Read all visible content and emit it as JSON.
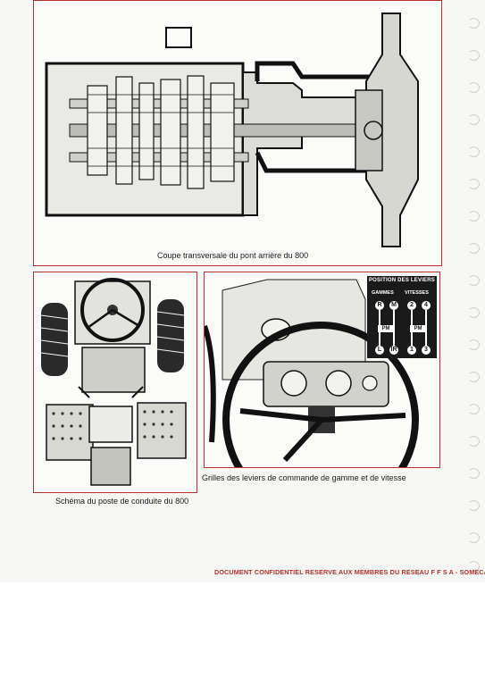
{
  "captions": {
    "rear_axle": "Coupe transversale du pont arrière du 800",
    "driver_station": "Schéma du poste de conduite du 800",
    "lever_grid": "Grilles des leviers de commande de gamme et de vitesse"
  },
  "shift_plate": {
    "title": "POSITION DES LEVIERS",
    "gammes_label": "GAMMES",
    "vitesses_label": "VITESSES",
    "gammes_top": [
      "R",
      "M"
    ],
    "gammes_bottom": [
      "L",
      "IR"
    ],
    "gammes_neutral": "PM",
    "vitesses_top": [
      "2",
      "4"
    ],
    "vitesses_bottom": [
      "1",
      "3"
    ],
    "vitesses_neutral": "PM"
  },
  "footer": "DOCUMENT CONFIDENTIEL RESERVE AUX MEMBRES DU RESEAU F F S A - SOMECA",
  "colors": {
    "frame_red": "#b8322f",
    "ink": "#1a1a1a",
    "paper": "#f7f7f5"
  }
}
